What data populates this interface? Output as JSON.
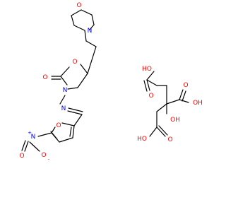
{
  "colors": {
    "carbon_bond": "#000000",
    "oxygen": "#ff0000",
    "nitrogen": "#0000ff",
    "background": "#ffffff"
  },
  "atoms": {
    "morpholine_o": "O",
    "morpholine_n": "N",
    "ring_o": "O",
    "carbonyl_o": "O",
    "ring_n": "N",
    "imine_n": "N",
    "furan_o": "O",
    "nitro_n": "N",
    "nitro_plus": "+",
    "nitro_o_double": "O",
    "nitro_o_single": "O",
    "nitro_minus": "-",
    "acid1_oh": "HO",
    "acid1_o": "O",
    "acid2_o": "O",
    "acid2_oh": "OH",
    "hydroxy_oh": "OH",
    "acid3_oh": "HO",
    "acid3_o": "O"
  }
}
